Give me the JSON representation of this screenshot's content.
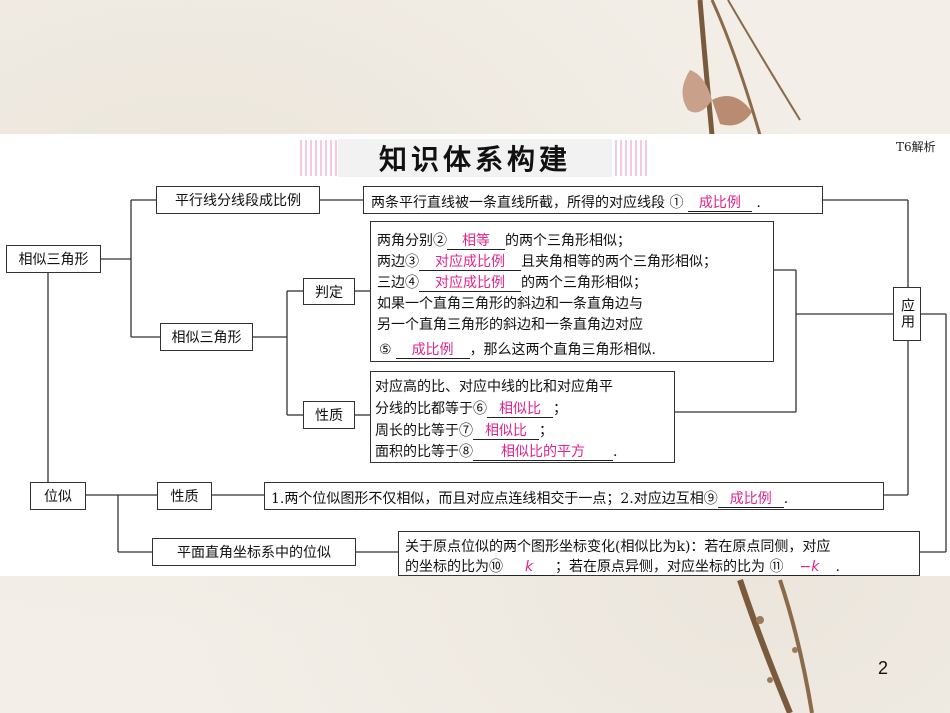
{
  "title": "知识体系构建",
  "corner_label": "T6解析",
  "page_number": "2",
  "nodes": {
    "similar_triangles": "相似三角形",
    "parallel_lines": "平行线分线段成比例",
    "similar_triangles_sub": "相似三角形",
    "judge": "判定",
    "property": "性质",
    "homothety": "位似",
    "homothety_property": "性质",
    "coordinate_homothety": "平面直角坐标系中的位似",
    "application": "应用"
  },
  "parallel_text": {
    "text": "两条平行直线被一条直线所截，所得的对应线段 ①",
    "answer": "成比例",
    "end": "."
  },
  "judge_text": {
    "l1_pre": "两角分别②",
    "l1_ans": "相等",
    "l1_post": "的两个三角形相似；",
    "l2_pre": "两边③",
    "l2_ans": "对应成比例",
    "l2_post": "且夹角相等的两个三角形相似；",
    "l3_pre": "三边④",
    "l3_ans": "对应成比例",
    "l3_post": "的两个三角形相似；",
    "l4": "如果一个直角三角形的斜边和一条直角边与",
    "l5": "另一个直角三角形的斜边和一条直角边对应",
    "l6_pre": "⑤",
    "l6_ans": "成比例",
    "l6_post": "，那么这两个直角三角形相似."
  },
  "property_text": {
    "l1": "对应高的比、对应中线的比和对应角平",
    "l2_pre": "分线的比都等于⑥",
    "l2_ans": "相似比",
    "l2_post": "；",
    "l3_pre": "周长的比等于⑦",
    "l3_ans": "相似比",
    "l3_post": "；",
    "l4_pre": "面积的比等于⑧",
    "l4_ans": "相似比的平方",
    "l4_post": "."
  },
  "homothety_text": {
    "pre": "1.两个位似图形不仅相似，而且对应点连线相交于一点；2.对应边互相⑨",
    "ans": "成比例",
    "post": "."
  },
  "coordinate_text": {
    "l1": "关于原点位似的两个图形坐标变化(相似比为k)：若在原点同侧，对应",
    "l2_pre": "的坐标的比为⑩",
    "l2_ans": "k",
    "l2_mid": "；若在原点异侧，对应坐标的比为 ⑪",
    "l2_ans2": "−k",
    "l2_post": "."
  }
}
